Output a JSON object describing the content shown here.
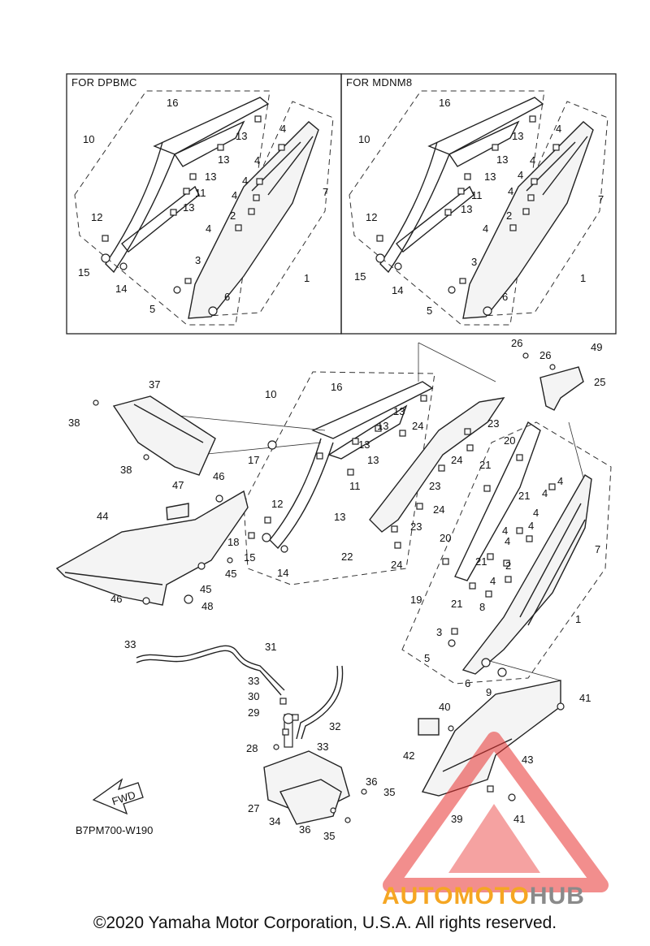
{
  "insets": [
    {
      "title": "FOR DPBMC"
    },
    {
      "title": "FOR MDNM8"
    }
  ],
  "diagram_code": "B7PM700-W190",
  "fwd_label": "FWD",
  "copyright": "©2020 Yamaha Motor Corporation, U.S.A. All rights reserved.",
  "watermark": {
    "auto": "AUTO",
    "moto": "MOTO",
    "hub": "HUB"
  },
  "colors": {
    "watermark_red": "#e8312f",
    "watermark_orange": "#f5a623",
    "watermark_gray": "#8a8a8a"
  },
  "callouts": [
    "1",
    "2",
    "3",
    "4",
    "5",
    "6",
    "7",
    "8",
    "9",
    "10",
    "11",
    "12",
    "13",
    "14",
    "15",
    "16",
    "17",
    "18",
    "19",
    "20",
    "21",
    "22",
    "23",
    "24",
    "25",
    "26",
    "27",
    "28",
    "29",
    "30",
    "31",
    "32",
    "33",
    "34",
    "35",
    "36",
    "37",
    "38",
    "39",
    "40",
    "41",
    "42",
    "43",
    "44",
    "45",
    "46",
    "47",
    "48",
    "49"
  ]
}
